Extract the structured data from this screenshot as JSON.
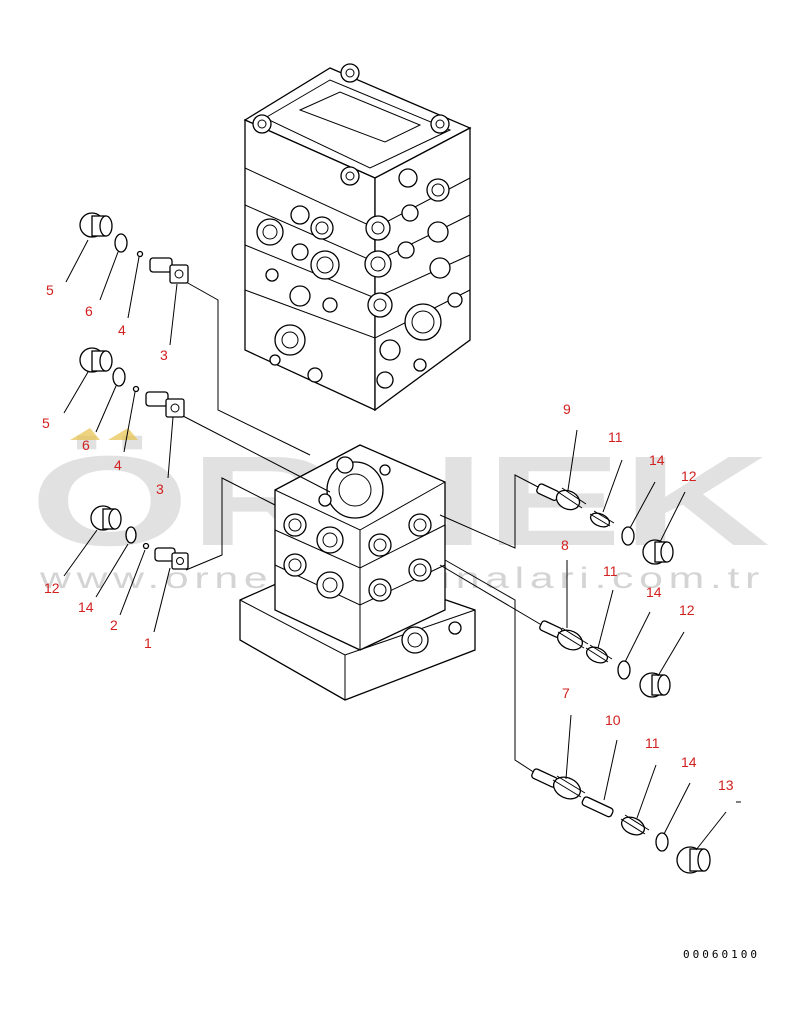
{
  "watermark": {
    "brand": "ÖRNEK",
    "url": "www.ornekismakinalari.com.tr"
  },
  "drawing_code": "00060100",
  "callouts": [
    {
      "id": "c5a",
      "text": "5"
    },
    {
      "id": "c6a",
      "text": "6"
    },
    {
      "id": "c4a",
      "text": "4"
    },
    {
      "id": "c3a",
      "text": "3"
    },
    {
      "id": "c5b",
      "text": "5"
    },
    {
      "id": "c6b",
      "text": "6"
    },
    {
      "id": "c4b",
      "text": "4"
    },
    {
      "id": "c3b",
      "text": "3"
    },
    {
      "id": "c12a",
      "text": "12"
    },
    {
      "id": "c14a",
      "text": "14"
    },
    {
      "id": "c2",
      "text": "2"
    },
    {
      "id": "c1",
      "text": "1"
    },
    {
      "id": "c9",
      "text": "9"
    },
    {
      "id": "c11a",
      "text": "11"
    },
    {
      "id": "c14b",
      "text": "14"
    },
    {
      "id": "c12b",
      "text": "12"
    },
    {
      "id": "c8",
      "text": "8"
    },
    {
      "id": "c11b",
      "text": "11"
    },
    {
      "id": "c14c",
      "text": "14"
    },
    {
      "id": "c12c",
      "text": "12"
    },
    {
      "id": "c7",
      "text": "7"
    },
    {
      "id": "c10",
      "text": "10"
    },
    {
      "id": "c11c",
      "text": "11"
    },
    {
      "id": "c14d",
      "text": "14"
    },
    {
      "id": "c13",
      "text": "13"
    }
  ]
}
